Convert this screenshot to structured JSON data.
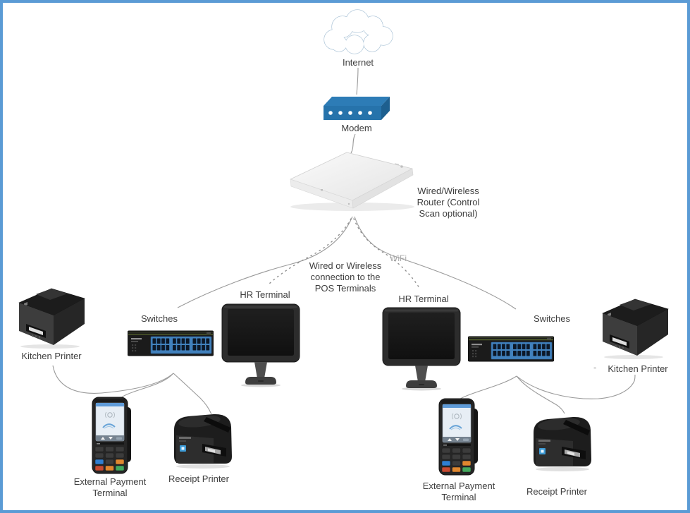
{
  "colors": {
    "frame_border": "#5b9bd5",
    "modem_blue": "#2673ab",
    "cloud_outline": "#a9c2d6",
    "connector": "#9a9a9a",
    "label_text": "#3e3e3e",
    "muted_text": "#a9a9a9",
    "switch_port_blue": "#4181bd",
    "key_blue": "#2f7fd2",
    "key_red": "#c84a31",
    "key_orange": "#e0872f",
    "key_green": "#43a95e",
    "receipt_logo_blue": "#3d9bd6"
  },
  "diagram": {
    "internet_label": "Internet",
    "modem_label": "Modem",
    "router_label_lines": [
      "Wired/Wireless",
      "Router (Control",
      "Scan optional)"
    ],
    "connection_note_lines": [
      "Wired or Wireless",
      "connection to the",
      "POS Terminals"
    ],
    "wifi_label": "WiFi",
    "left": {
      "hr_terminal": "HR Terminal",
      "switches": "Switches",
      "kitchen_printer": "Kitchen Printer",
      "external_payment_lines": [
        "External Payment",
        "Terminal"
      ],
      "receipt_printer": "Receipt Printer"
    },
    "right": {
      "hr_terminal": "HR Terminal",
      "switches": "Switches",
      "kitchen_printer_dash": "-",
      "kitchen_printer": "Kitchen Printer",
      "external_payment_lines": [
        "External Payment",
        "Terminal"
      ],
      "receipt_printer": "Receipt Printer"
    }
  }
}
